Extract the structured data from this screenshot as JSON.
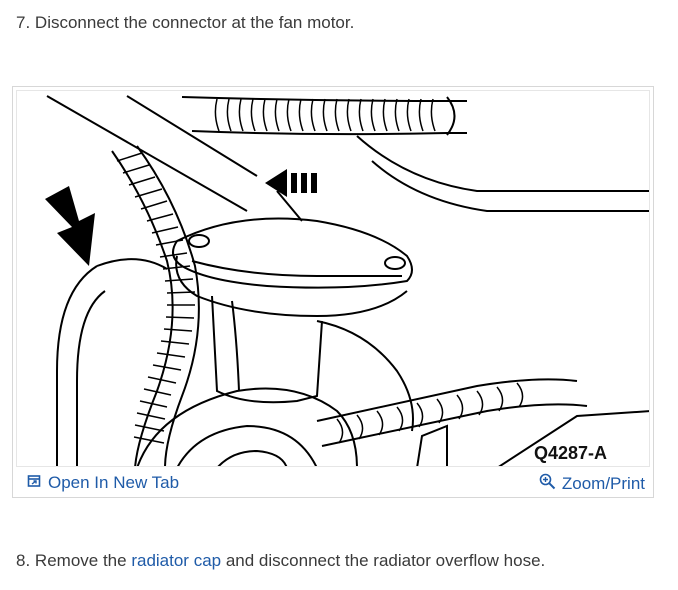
{
  "step7": {
    "number": "7.",
    "text": "Disconnect the connector at the fan motor."
  },
  "figure": {
    "label": "Q4287-A",
    "open_tab_label": "Open In New Tab",
    "zoom_label": "Zoom/Print",
    "open_tab_icon": "open-in-new-tab-icon",
    "zoom_icon": "magnifier-icon"
  },
  "step8": {
    "number": "8.",
    "prefix": "Remove the",
    "link_text": "radiator cap",
    "suffix": "and disconnect the radiator overflow hose."
  },
  "colors": {
    "link": "#1f5ba8",
    "text": "#3a3a3a",
    "border": "#d7d7d7"
  }
}
